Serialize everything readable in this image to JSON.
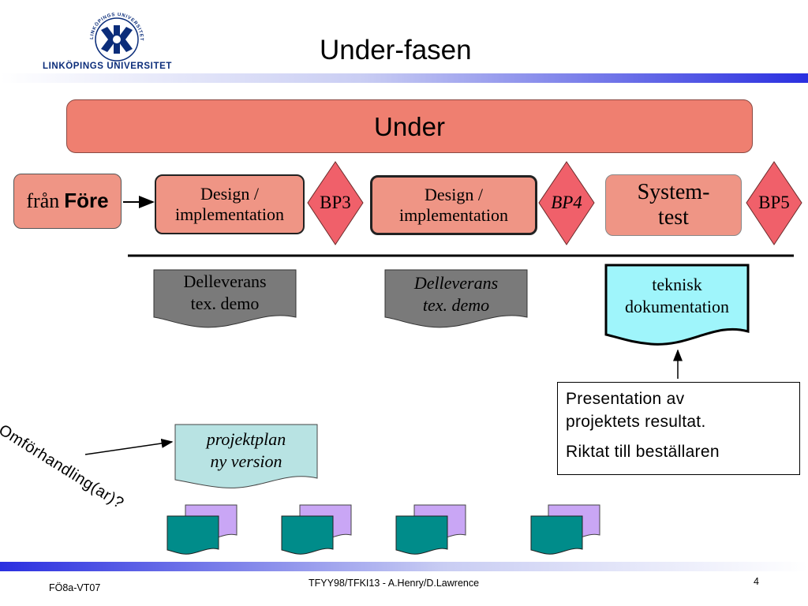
{
  "header": {
    "title": "Under-fasen",
    "logo_text": "LINKÖPINGS UNIVERSITET",
    "logo_ring_text": "LINKÖPINGS UNIVERSITET"
  },
  "diagram": {
    "phase_bar": "Under",
    "start": {
      "prefix": "från",
      "bold": "Före"
    },
    "steps": [
      {
        "line1": "Design /",
        "line2": "implementation"
      },
      {
        "line1": "Design /",
        "line2": "implementation"
      },
      {
        "line1": "System-",
        "line2": "test"
      }
    ],
    "checkpoints": [
      "BP3",
      "BP4",
      "BP5"
    ],
    "deliverables": [
      {
        "line1": "Delleverans",
        "line2": "tex. demo"
      },
      {
        "line1": "Delleverans",
        "line2": "tex. demo"
      },
      {
        "line1": "teknisk",
        "line2": "dokumentation"
      }
    ],
    "project_plan": {
      "line1": "projektplan",
      "line2": "ny version"
    },
    "presentation": {
      "line1": "Presentation av",
      "line2": "projektets resultat.",
      "line3": "Riktat till beställaren"
    },
    "renegotiation": "Omförhandling(ar)?"
  },
  "colors": {
    "salmon": "#ef7f70",
    "phase": "#ef9585",
    "diamond": "#f0606a",
    "doc_gray": "#7a7a7a",
    "doc_cyan": "#9ff5fb",
    "doc_plan": "#b8e3e3",
    "doc_purple": "#c9a6f5",
    "doc_teal": "#008c8a",
    "accent_blue": "#2a2fe0"
  },
  "footer": {
    "left": "FÖ8a-VT07",
    "center": "TFYY98/TFKI13 - A.Henry/D.Lawrence",
    "page": "4"
  }
}
